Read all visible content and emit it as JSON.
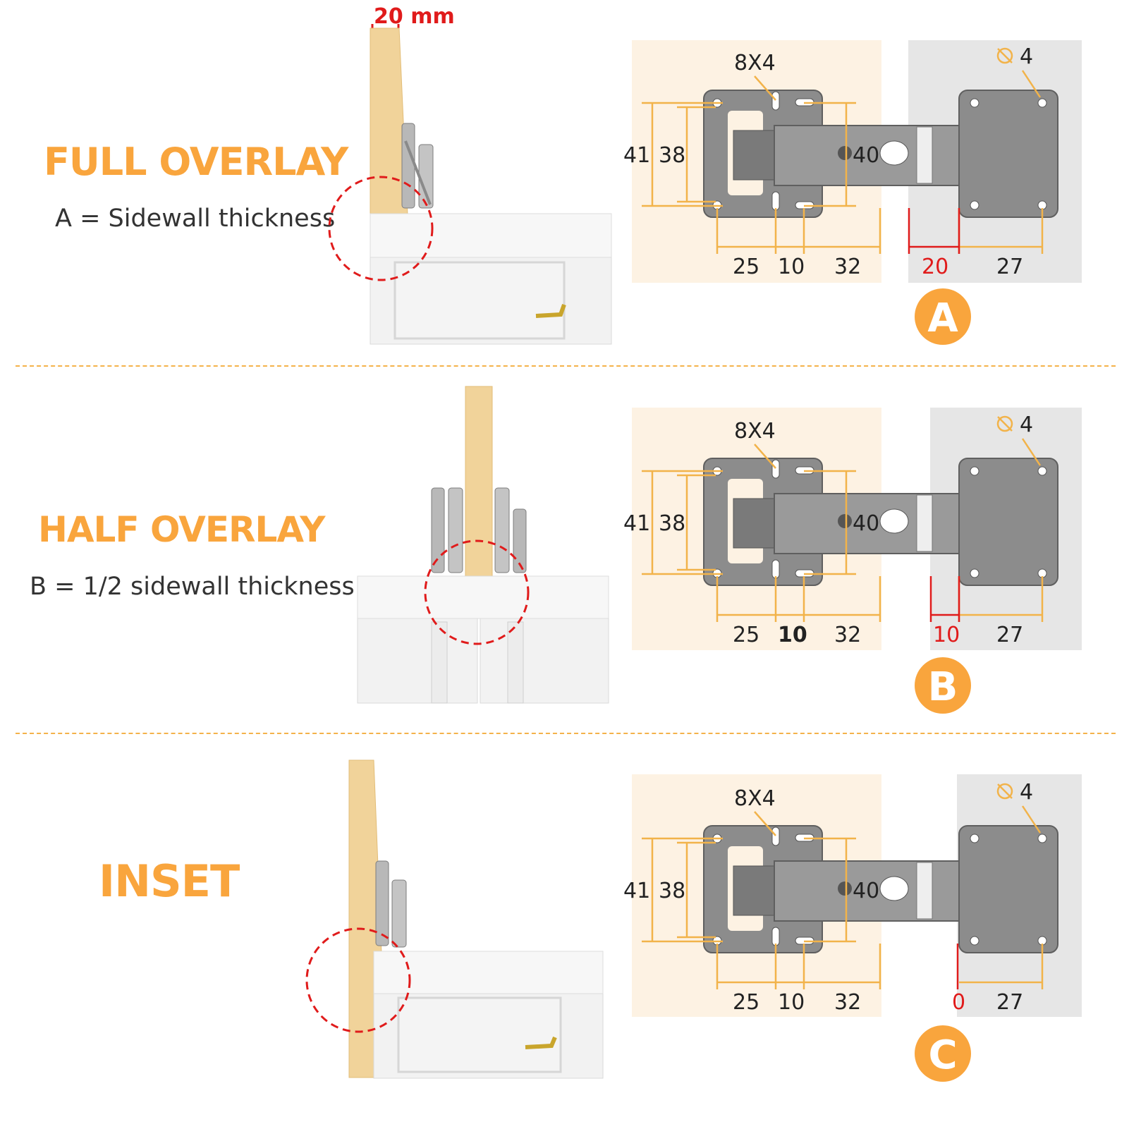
{
  "colors": {
    "accent": "#f9a53d",
    "dimension_line": "#f2b34a",
    "red": "#e01b1b",
    "hinge_metal": "#8a8a8a",
    "wood": "#f1d39a",
    "door": "#f1f1f1"
  },
  "top_label": "20 mm",
  "sections": [
    {
      "title": "FULL OVERLAY",
      "subtitle": "A = Sidewall thickness",
      "badge": "A",
      "dims": {
        "slot": "8X4",
        "hole": "4",
        "h1": "41",
        "h2": "38",
        "d": "40",
        "b1": "25",
        "b2": "10",
        "b3": "32",
        "offset": "20",
        "b4": "27"
      }
    },
    {
      "title": "HALF OVERLAY",
      "subtitle": "B = 1/2 sidewall thickness",
      "badge": "B",
      "dims": {
        "slot": "8X4",
        "hole": "4",
        "h1": "41",
        "h2": "38",
        "d": "40",
        "b1": "25",
        "b2": "10",
        "b3": "32",
        "offset": "10",
        "b4": "27"
      }
    },
    {
      "title": "INSET",
      "subtitle": "",
      "badge": "C",
      "dims": {
        "slot": "8X4",
        "hole": "4",
        "h1": "41",
        "h2": "38",
        "d": "40",
        "b1": "25",
        "b2": "10",
        "b3": "32",
        "offset": "0",
        "b4": "27"
      }
    }
  ]
}
